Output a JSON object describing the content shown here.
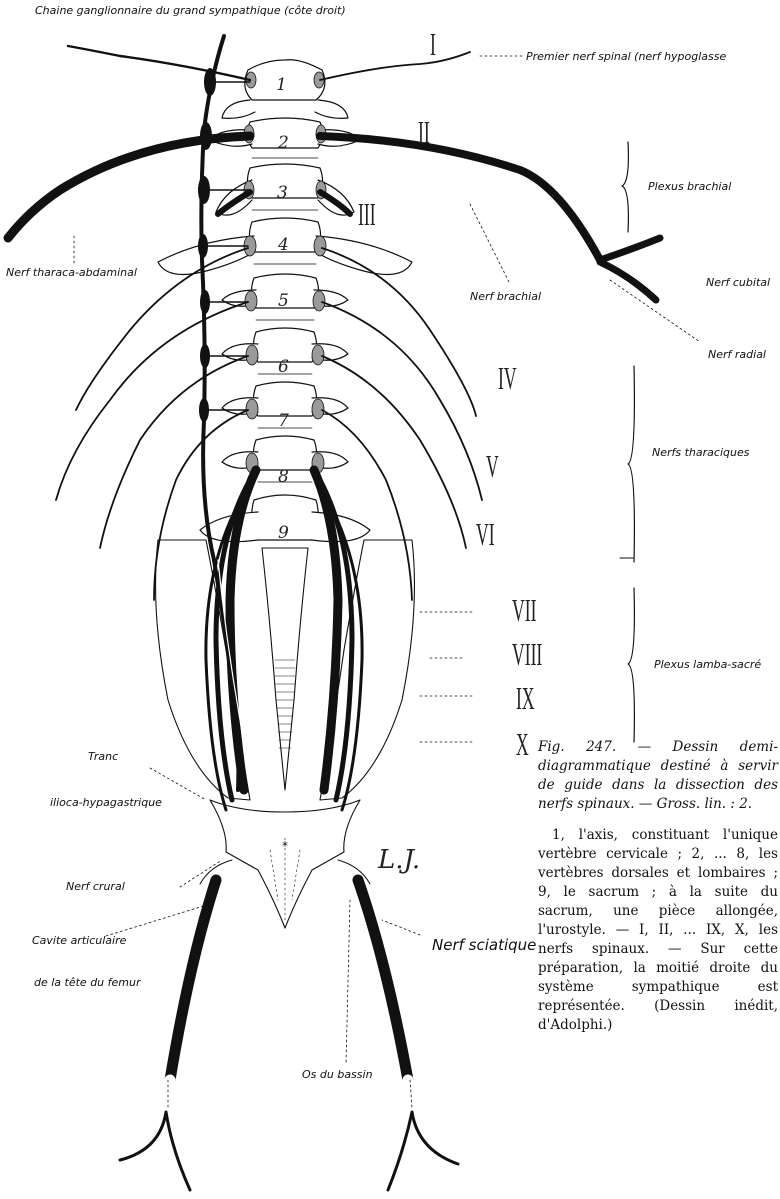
{
  "figure": {
    "title_top": "Chaine ganglionnaire du grand sympathique (côte droit)",
    "labels": {
      "premier_nerf": "Premier nerf spinal (nerf hypoglasse",
      "plexus_brachial": "Plexus brachial",
      "nerf_thoraco": "Nerf tharaca-abdaminal",
      "nerf_brachial": "Nerf brachial",
      "nerf_cubital": "Nerf cubital",
      "nerf_radial": "Nerf radial",
      "nerfs_thoraciques": "Nerfs tharaciques",
      "plexus_lombo": "Plexus lamba-sacré",
      "tronc": "Tranc",
      "ilioco": "ilioca-hypagastrique",
      "nerf_crural": "Nerf crural",
      "cavite_1": "Cavite articulaire",
      "cavite_2": "de la tête du femur",
      "nerf_sciatique": "Nerf sciatique",
      "os_bassin": "Os du bassin"
    },
    "romans": [
      "I",
      "II",
      "III",
      "IV",
      "V",
      "VI",
      "VII",
      "VIII",
      "IX",
      "X"
    ],
    "vertebra_numbers": [
      "1",
      "2",
      "3",
      "4",
      "5",
      "6",
      "7",
      "8",
      "9"
    ],
    "signature": "L.J."
  },
  "caption": {
    "title": "Fig. 247. — Dessin demi-diagrammatique destiné à servir de guide dans la dissection des nerfs spinaux. — Gross. lin. : 2.",
    "body": "1, l'axis, constituant l'unique vertèbre cervicale ; 2, ... 8, les vertèbres dorsales et lombaires ; 9, le sacrum ; à la suite du sacrum, une pièce allongée, l'urostyle. — I, II, ... IX, X, les nerfs spinaux. — Sur cette préparation, la moitié droite du système sympathique est représentée. (Dessin inédit, d'Adolphi.)"
  }
}
